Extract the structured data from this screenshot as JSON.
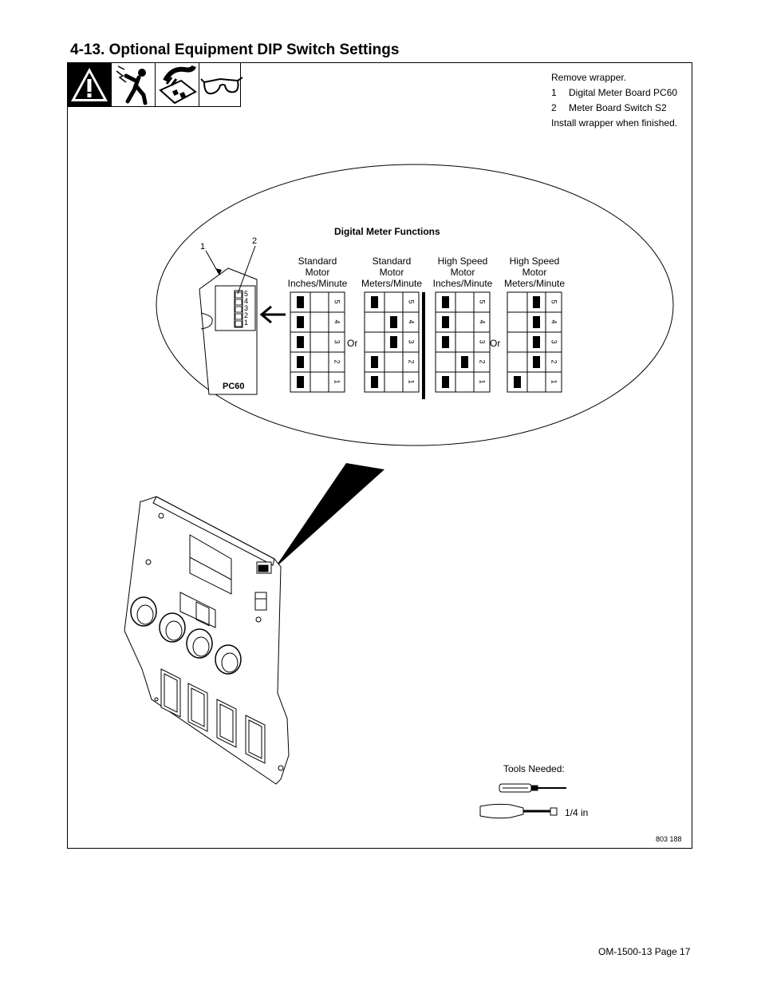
{
  "section_title": "4-13. Optional Equipment DIP Switch Settings",
  "instructions": {
    "line1": "Remove wrapper.",
    "items": [
      {
        "num": "1",
        "text": "Digital Meter Board PC60"
      },
      {
        "num": "2",
        "text": "Meter Board Switch S2"
      }
    ],
    "line_last": "Install wrapper when finished."
  },
  "diagram": {
    "title": "Digital Meter Functions",
    "callout_1": "1",
    "callout_2": "2",
    "board_label": "PC60",
    "board_switch_numbers": [
      "5",
      "4",
      "3",
      "2",
      "1"
    ],
    "or_label": "Or",
    "configs": [
      {
        "line1": "Standard",
        "line2": "Motor",
        "line3": "Inches/Minute",
        "switches": [
          "left",
          "left",
          "left",
          "left",
          "left"
        ]
      },
      {
        "line1": "Standard",
        "line2": "Motor",
        "line3": "Meters/Minute",
        "switches": [
          "left",
          "right",
          "right",
          "left",
          "left"
        ]
      },
      {
        "line1": "High Speed",
        "line2": "Motor",
        "line3": "Inches/Minute",
        "switches": [
          "left",
          "left",
          "left",
          "right",
          "left"
        ]
      },
      {
        "line1": "High Speed",
        "line2": "Motor",
        "line3": "Meters/Minute",
        "switches": [
          "right",
          "right",
          "right",
          "right",
          "left"
        ]
      }
    ],
    "switch_position_numbers": [
      "5",
      "4",
      "3",
      "2",
      "1"
    ]
  },
  "tools": {
    "label": "Tools Needed:",
    "wrench_size": "1/4 in"
  },
  "figure_number": "803 188",
  "page_footer": "OM-1500-13 Page 17",
  "icons": [
    "warning-triangle-icon",
    "electric-shock-icon",
    "hand-board-static-icon",
    "safety-glasses-icon"
  ]
}
